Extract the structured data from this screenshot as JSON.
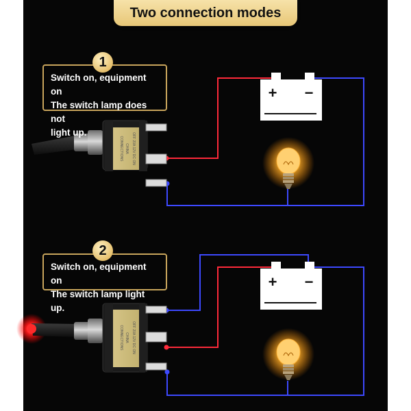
{
  "title": "Two connection modes",
  "mode1": {
    "number": "1",
    "lines": [
      "Switch on, equipment on",
      "The switch lamp does not",
      "light up."
    ]
  },
  "mode2": {
    "number": "2",
    "lines": [
      "Switch on, equipment on",
      "The switch lamp light up."
    ]
  },
  "battery": {
    "plus": "+",
    "minus": "−"
  },
  "switch_label": {
    "top": "OFF  20A 12V DC ON",
    "mid": "CHINA",
    "bot": "CONNECTIONS"
  },
  "colors": {
    "background": "#060606",
    "title_fill": "#f0d38f",
    "note_border": "#c9a55c",
    "wire_positive": "#ff2a3a",
    "wire_negative": "#3d49ff",
    "lamp_glow": "#ffb12b",
    "switch_lamp_red": "#ff1a1a"
  }
}
